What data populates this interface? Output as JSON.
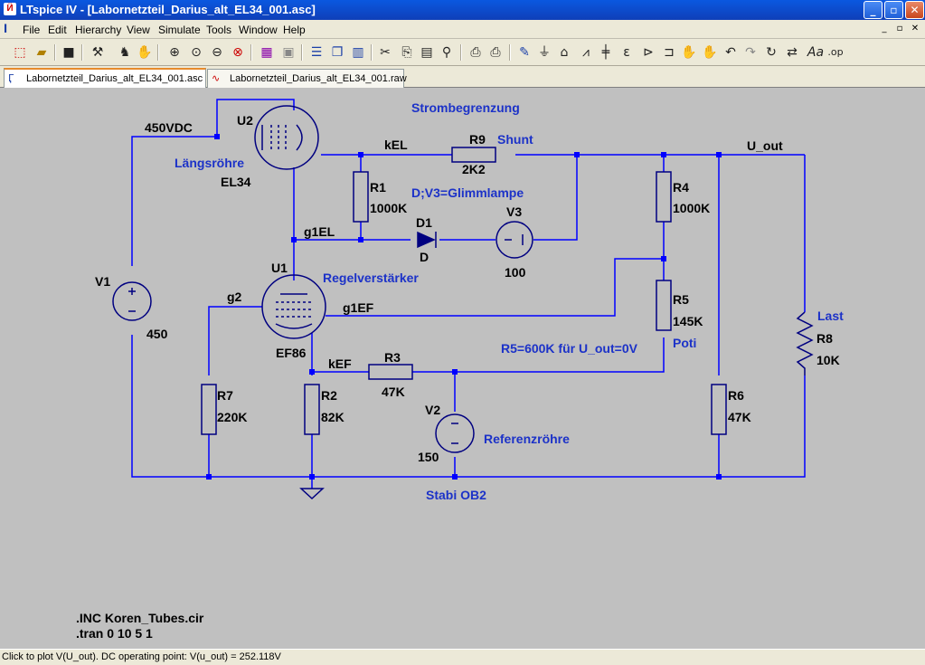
{
  "window": {
    "title": "LTspice IV - [Labornetzteil_Darius_alt_EL34_001.asc]",
    "app_icon": "ltspice-logo-icon",
    "buttons": {
      "minimize": "_",
      "maximize": "▫",
      "close": "✕"
    }
  },
  "menubar": {
    "items": [
      "File",
      "Edit",
      "Hierarchy",
      "View",
      "Simulate",
      "Tools",
      "Window",
      "Help"
    ],
    "mdi": {
      "minimize": "_",
      "restore": "▫",
      "close": "✕"
    }
  },
  "toolbar": {
    "icons": [
      "new-schematic-icon",
      "open-icon",
      "save-icon",
      "control-panel-icon",
      "run-icon",
      "halt-icon",
      "zoom-in-icon",
      "pan-icon",
      "zoom-out-icon",
      "zoom-fit-icon",
      "autorange-icon",
      "zoom-cancel-icon",
      "tile-horizontal-icon",
      "cascade-icon",
      "tile-vertical-icon",
      "cut-icon",
      "copy-icon",
      "paste-icon",
      "find-icon",
      "print-setup-icon",
      "print-icon",
      "draw-wire-icon",
      "ground-icon",
      "label-net-icon",
      "resistor-icon",
      "capacitor-icon",
      "inductor-icon",
      "diode-icon",
      "component-icon",
      "move-icon",
      "drag-icon",
      "undo-icon",
      "redo-icon",
      "rotate-icon",
      "mirror-icon",
      "text-icon",
      "spice-directive-icon"
    ]
  },
  "tabs": [
    {
      "label": "Labornetzteil_Darius_alt_EL34_001.asc",
      "icon": "schematic-file-icon",
      "active": true
    },
    {
      "label": "Labornetzteil_Darius_alt_EL34_001.raw",
      "icon": "waveform-file-icon",
      "active": false
    }
  ],
  "schematic": {
    "labels": {
      "strombegrenzung": "Strombegrenzung",
      "u2": "U2",
      "vdc450": "450VDC",
      "kel": "kEL",
      "r9": "R9",
      "shunt": "Shunt",
      "u_out": "U_out",
      "r9_val": "2K2",
      "laengsroehre": "Längsröhre",
      "el34": "EL34",
      "r1": "R1",
      "r1_val": "1000K",
      "d_v3_note": "D;V3=Glimmlampe",
      "r4": "R4",
      "r4_val": "1000K",
      "d1": "D1",
      "v3": "V3",
      "g1el": "g1EL",
      "d1_val": "D",
      "v3_val": "100",
      "v1": "V1",
      "u1": "U1",
      "regelverstaerker": "Regelverstärker",
      "r5": "R5",
      "g2": "g2",
      "g1ef": "g1EF",
      "r5_val": "145K",
      "last": "Last",
      "v1_val": "450",
      "r8": "R8",
      "poti": "Poti",
      "r8_val": "10K",
      "r5_note": "R5=600K für U_out=0V",
      "ef86": "EF86",
      "kef": "kEF",
      "r3": "R3",
      "r7": "R7",
      "r2": "R2",
      "r6": "R6",
      "r3_val": "47K",
      "v2": "V2",
      "r7_val": "220K",
      "r2_val": "82K",
      "r6_val": "47K",
      "referenzroehre": "Referenzröhre",
      "v2_val": "150",
      "stabi_ob2": "Stabi OB2",
      "inc_directive": ".INC Koren_Tubes.cir",
      "tran_directive": ".tran 0 10 5 1"
    },
    "colors": {
      "wire": "#0000ff",
      "component": "#000080",
      "label_blue": "#1c32c8",
      "background": "#c0c0c0"
    }
  },
  "statusbar": {
    "text": "Click to plot V(U_out).  DC operating point: V(u_out) = 252.118V"
  }
}
